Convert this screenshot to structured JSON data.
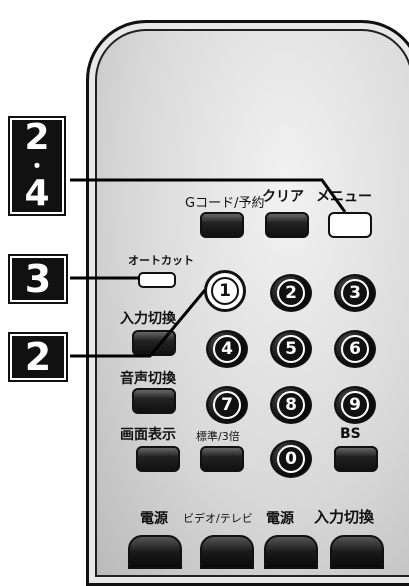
{
  "callouts": {
    "step_24_top": "2",
    "step_24_dot": "・",
    "step_24_bottom": "4",
    "step_3": "3",
    "step_2": "2"
  },
  "labels": {
    "gcode": "Gコード/予約",
    "clear": "クリア",
    "menu": "メニュー",
    "autocut": "オートカット",
    "input_switch": "入力切換",
    "audio_switch": "音声切換",
    "screen_display": "画面表示",
    "speed": "標準/3倍",
    "bs": "BS",
    "power1": "電源",
    "video_tv": "ビデオ/テレビ",
    "power2": "電源",
    "input_switch2": "入力切換"
  },
  "numbers": [
    "1",
    "2",
    "3",
    "4",
    "5",
    "6",
    "7",
    "8",
    "9",
    "0"
  ]
}
